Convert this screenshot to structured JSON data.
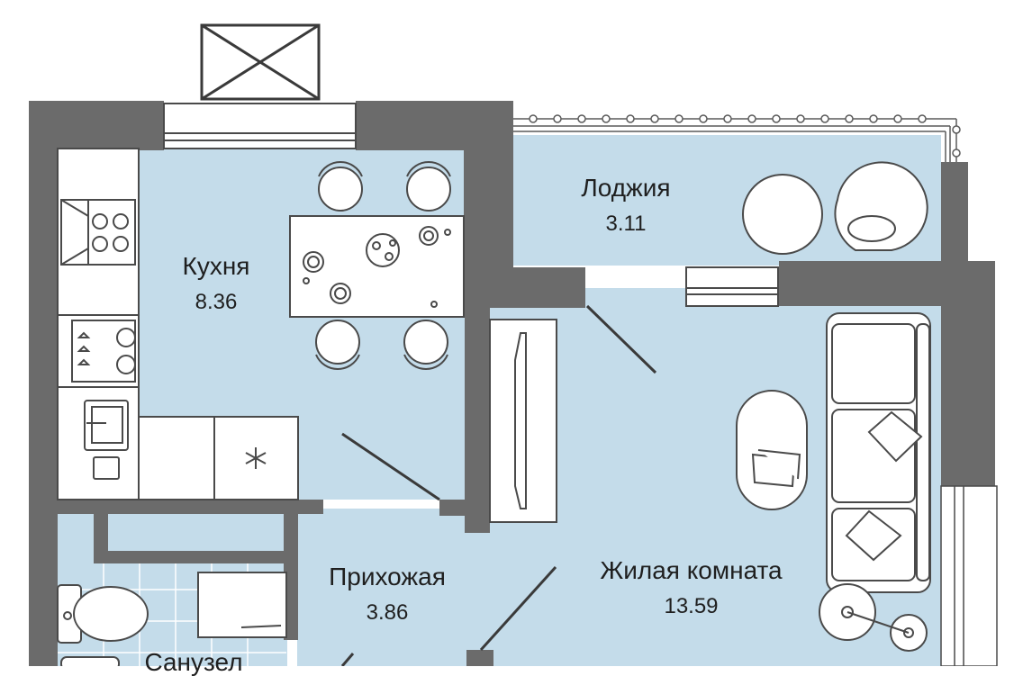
{
  "colors": {
    "room_fill": "#c4dcea",
    "wall": "#6b6b6b",
    "line": "#4a4a4a",
    "furniture_fill": "#ffffff"
  },
  "rooms": {
    "kitchen": {
      "name": "Кухня",
      "area": "8.36"
    },
    "loggia": {
      "name": "Лоджия",
      "area": "3.11"
    },
    "hallway": {
      "name": "Прихожая",
      "area": "3.86"
    },
    "living": {
      "name": "Жилая комната",
      "area": "13.59"
    },
    "bathroom": {
      "name": "Санузел"
    }
  }
}
